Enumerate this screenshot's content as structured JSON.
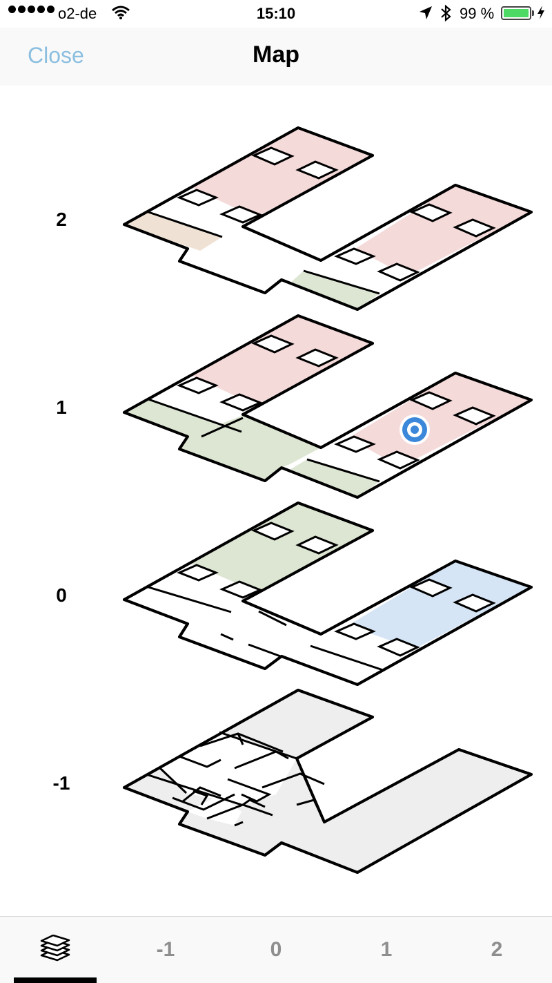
{
  "status_bar": {
    "carrier": "o2-de",
    "time": "15:10",
    "battery_text": "99 %",
    "battery_color": "#4cd964"
  },
  "nav": {
    "close_label": "Close",
    "title": "Map"
  },
  "floors": [
    {
      "label": "2"
    },
    {
      "label": "1"
    },
    {
      "label": "0"
    },
    {
      "label": "-1"
    }
  ],
  "tabs": [
    {
      "icon": "layers-icon",
      "selected": true
    },
    {
      "label": "-1"
    },
    {
      "label": "0"
    },
    {
      "label": "1"
    },
    {
      "label": "2"
    }
  ],
  "colors": {
    "close_link": "#8bbfe0",
    "zone_pink": "#f5dada",
    "zone_green": "#dde6d3",
    "zone_tan": "#efe2d4",
    "zone_blue": "#d6e5f5",
    "zone_grey": "#eeeeee",
    "location_marker": "#3b87d9",
    "tab_inactive": "#8e8e8e"
  }
}
